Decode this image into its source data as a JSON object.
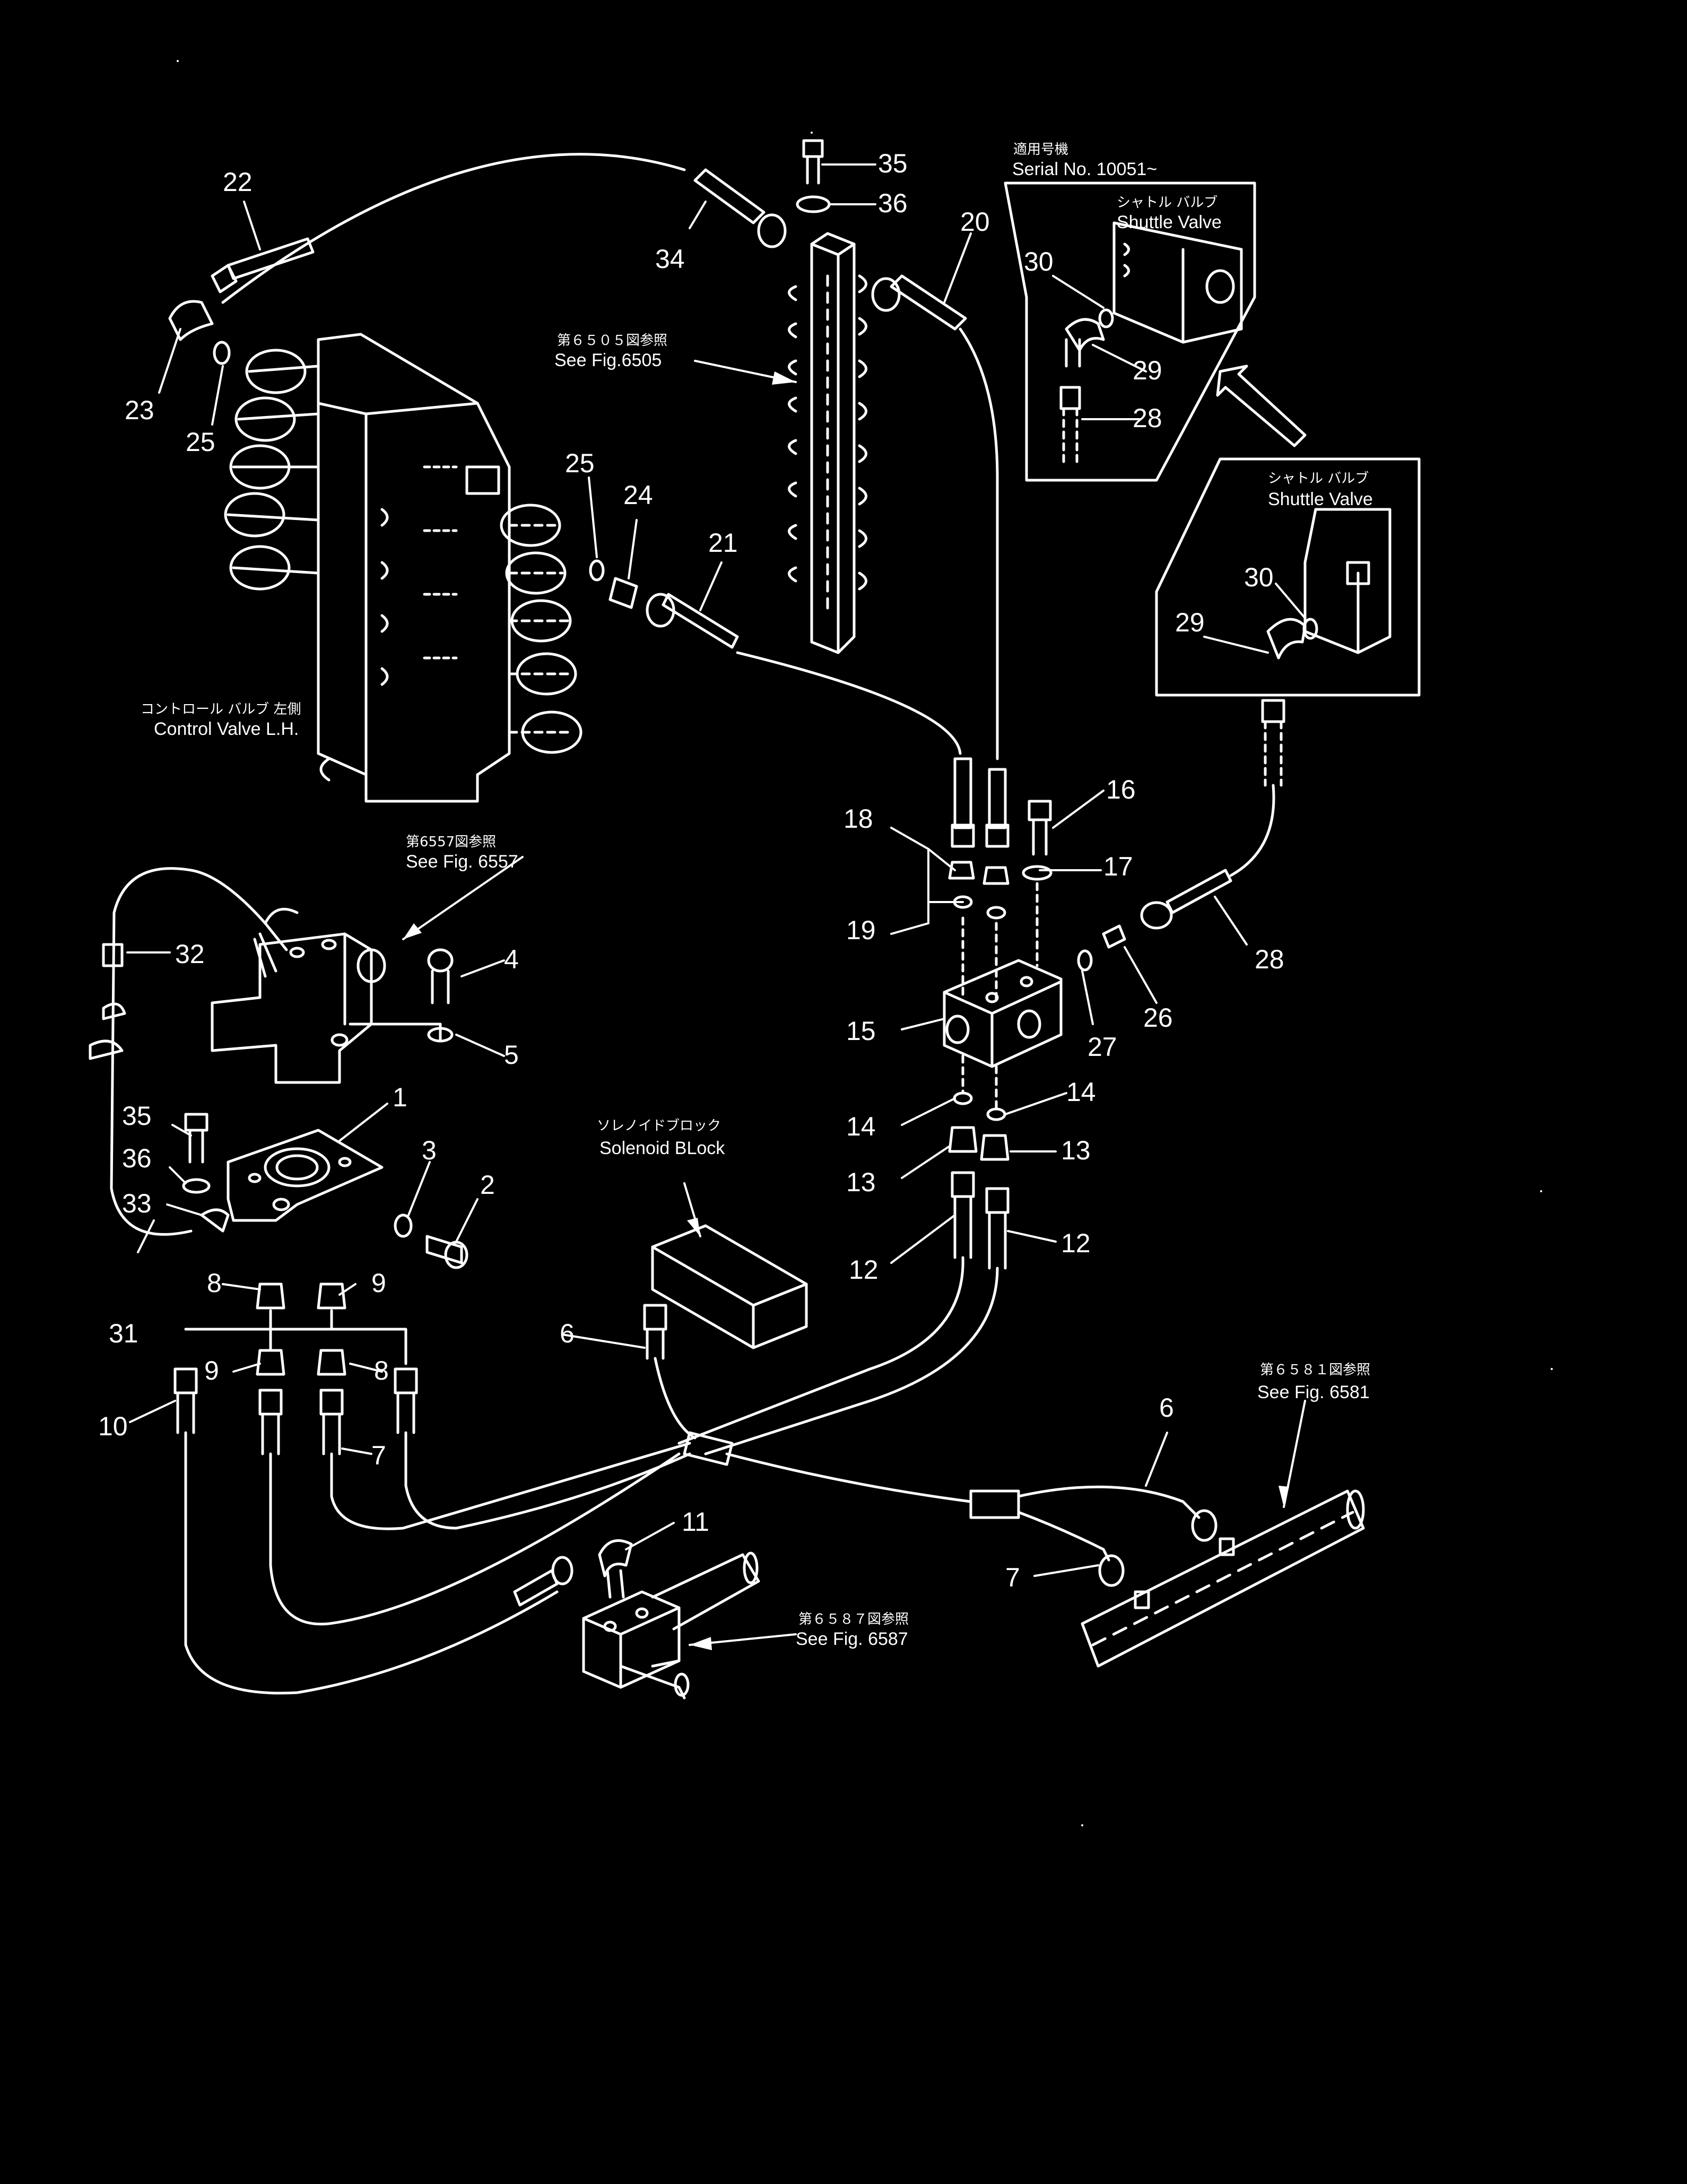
{
  "colors": {
    "background": "#000000",
    "line": "#ffffff"
  },
  "serial_jp": "適用号機",
  "serial": "Serial  No.  10051~",
  "shuttle_top_jp": "シャトル バルブ",
  "shuttle_top": "Shuttle Valve",
  "shuttle_mid_jp": "シャトル バルブ",
  "shuttle_mid": "Shuttle Valve",
  "see6505_jp": "第６５０５図参照",
  "see6505": "See Fig.6505",
  "control_valve_jp": "コントロール バルブ 左側",
  "control_valve": "Control Valve L.H.",
  "see6557_jp": "第6557図参照",
  "see6557": "See  Fig.  6557",
  "solenoid_jp": "ソレノイドブロック",
  "solenoid": "Solenoid  BLock",
  "see6581_jp": "第６５８１図参照",
  "see6581": "See  Fig.  6581",
  "see6587_jp": "第６５８７図参照",
  "see6587": "See  Fig.  6587",
  "callouts": {
    "c1": "1",
    "c2": "2",
    "c3": "3",
    "c4": "4",
    "c5": "5",
    "c6a": "6",
    "c6b": "6",
    "c7a": "7",
    "c7b": "7",
    "c8a": "8",
    "c8b": "8",
    "c9a": "9",
    "c9b": "9",
    "c10": "10",
    "c11": "11",
    "c12a": "12",
    "c12b": "12",
    "c13a": "13",
    "c13b": "13",
    "c14a": "14",
    "c14b": "14",
    "c15": "15",
    "c16": "16",
    "c17": "17",
    "c18": "18",
    "c19": "19",
    "c20": "20",
    "c21": "21",
    "c22": "22",
    "c23": "23",
    "c24": "24",
    "c25a": "25",
    "c25b": "25",
    "c26": "26",
    "c27": "27",
    "c28a": "28",
    "c28b": "28",
    "c29a": "29",
    "c29b": "29",
    "c30a": "30",
    "c30b": "30",
    "c31": "31",
    "c32": "32",
    "c33": "33",
    "c34": "34",
    "c35a": "35",
    "c35b": "35",
    "c36a": "36",
    "c36b": "36"
  }
}
